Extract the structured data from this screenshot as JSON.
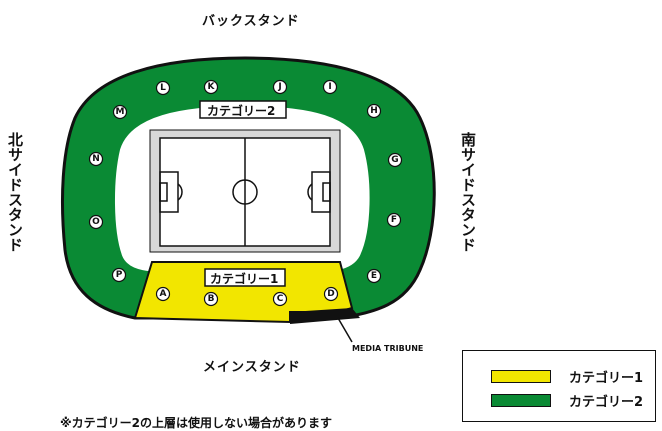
{
  "stands": {
    "back": "バックスタンド",
    "main": "メインスタンド",
    "north": "北サイドスタンド",
    "south": "南サイドスタンド"
  },
  "categories": {
    "cat1": "カテゴリー1",
    "cat2": "カテゴリー2"
  },
  "gates": [
    "A",
    "B",
    "C",
    "D",
    "E",
    "F",
    "G",
    "H",
    "I",
    "J",
    "K",
    "L",
    "M",
    "N",
    "O",
    "P"
  ],
  "media_tribune": "MEDIA TRIBUNE",
  "legend": [
    {
      "label": "カテゴリー1",
      "color": "#f2e600"
    },
    {
      "label": "カテゴリー2",
      "color": "#0a8a34"
    }
  ],
  "note": "※カテゴリー2の上層は使用しない場合があります",
  "colors": {
    "category1": "#f2e600",
    "category2": "#0a8a34",
    "pitch": "#ffffff",
    "ring": "#111111"
  }
}
